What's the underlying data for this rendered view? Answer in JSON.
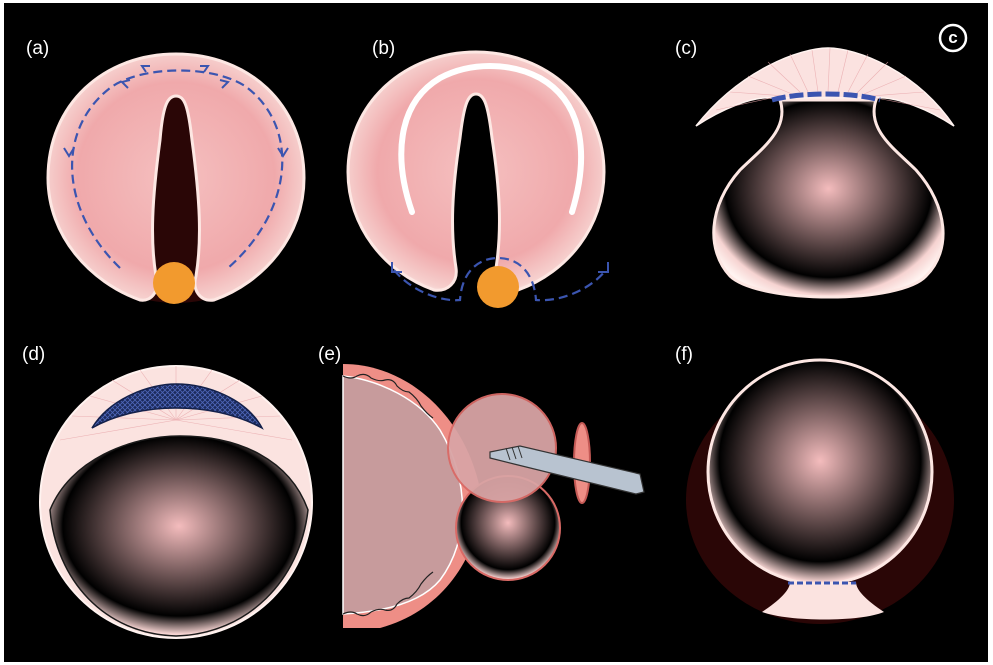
{
  "figure": {
    "panels": [
      {
        "id": "a",
        "label": "(a)"
      },
      {
        "id": "b",
        "label": "(b)"
      },
      {
        "id": "c",
        "label": "(c)"
      },
      {
        "id": "d",
        "label": "(d)"
      },
      {
        "id": "e",
        "label": "(e)"
      },
      {
        "id": "f",
        "label": "(f)"
      }
    ],
    "copyright_mark": "c"
  },
  "colors": {
    "background": "#000000",
    "tissue_pink": "#f2b6b6",
    "tissue_edge": "#fbe3e0",
    "dark_cavity": "#2a0606",
    "orange_disc": "#f29a2e",
    "blue_dash": "#3b55b0",
    "white_band": "#ffffff",
    "instrument_grey": "#b8c3d0"
  }
}
